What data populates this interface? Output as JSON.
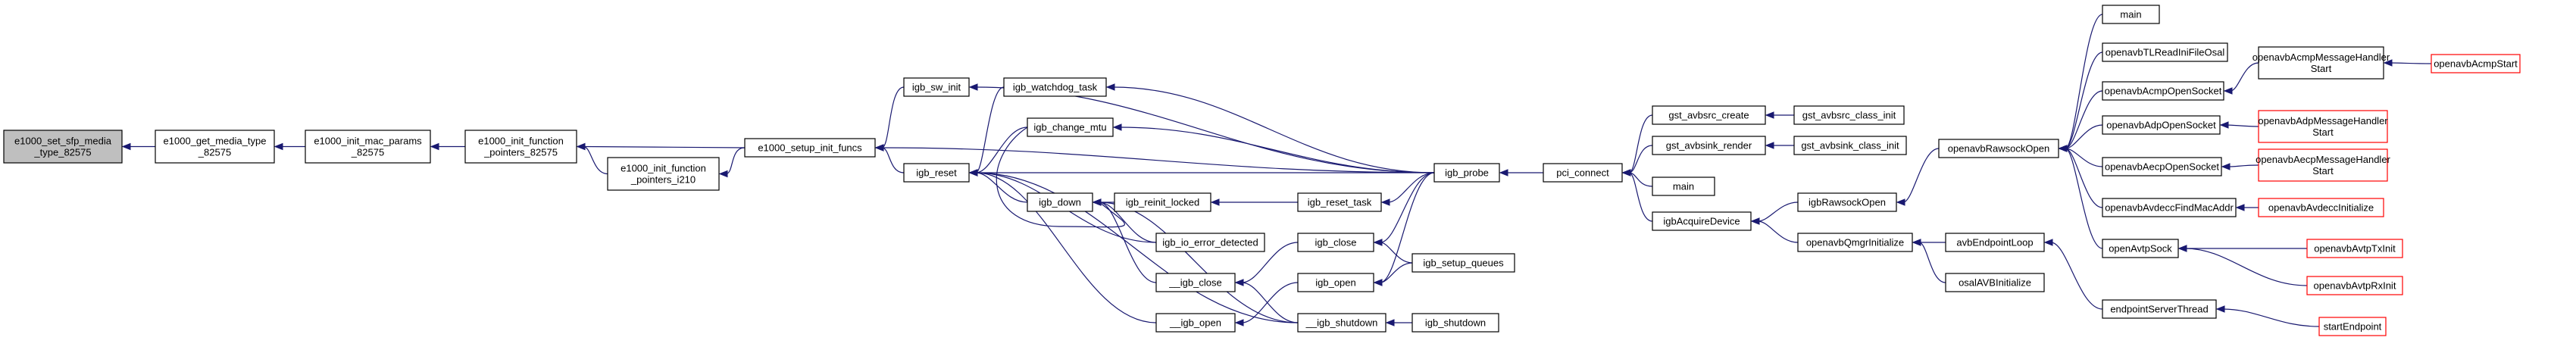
{
  "diagram": {
    "type": "call-graph",
    "colors": {
      "edge": "#191970",
      "node_border_default": "#000000",
      "node_border_truncated": "#ff0000",
      "node_fill_default": "#ffffff",
      "node_fill_root": "#bfbfbf"
    },
    "nodes": [
      {
        "id": "n_sfp",
        "lines": [
          "e1000_set_sfp_media",
          "_type_82575"
        ],
        "style": "root"
      },
      {
        "id": "n_getmedia",
        "lines": [
          "e1000_get_media_type",
          "_82575"
        ],
        "style": "default"
      },
      {
        "id": "n_initmac",
        "lines": [
          "e1000_init_mac_params",
          "_82575"
        ],
        "style": "default"
      },
      {
        "id": "n_initfp",
        "lines": [
          "e1000_init_function",
          "_pointers_82575"
        ],
        "style": "default"
      },
      {
        "id": "n_initfpi210",
        "lines": [
          "e1000_init_function",
          "_pointers_i210"
        ],
        "style": "default"
      },
      {
        "id": "n_setupfuncs",
        "lines": [
          "e1000_setup_init_funcs"
        ],
        "style": "default"
      },
      {
        "id": "n_reset",
        "lines": [
          "igb_reset"
        ],
        "style": "default"
      },
      {
        "id": "n_swinit",
        "lines": [
          "igb_sw_init"
        ],
        "style": "default"
      },
      {
        "id": "n_watchdog",
        "lines": [
          "igb_watchdog_task"
        ],
        "style": "default"
      },
      {
        "id": "n_changemtu",
        "lines": [
          "igb_change_mtu"
        ],
        "style": "default"
      },
      {
        "id": "n_down",
        "lines": [
          "igb_down"
        ],
        "style": "default"
      },
      {
        "id": "n_reinit",
        "lines": [
          "igb_reinit_locked"
        ],
        "style": "default"
      },
      {
        "id": "n_ioerr",
        "lines": [
          "igb_io_error_detected"
        ],
        "style": "default"
      },
      {
        "id": "n___close",
        "lines": [
          "__igb_close"
        ],
        "style": "default"
      },
      {
        "id": "n___open",
        "lines": [
          "__igb_open"
        ],
        "style": "default"
      },
      {
        "id": "n_resettask",
        "lines": [
          "igb_reset_task"
        ],
        "style": "default"
      },
      {
        "id": "n_close",
        "lines": [
          "igb_close"
        ],
        "style": "default"
      },
      {
        "id": "n_open",
        "lines": [
          "igb_open"
        ],
        "style": "default"
      },
      {
        "id": "n___shutdown",
        "lines": [
          "__igb_shutdown"
        ],
        "style": "default"
      },
      {
        "id": "n_setupq",
        "lines": [
          "igb_setup_queues"
        ],
        "style": "default"
      },
      {
        "id": "n_shutdown",
        "lines": [
          "igb_shutdown"
        ],
        "style": "default"
      },
      {
        "id": "n_probe",
        "lines": [
          "igb_probe"
        ],
        "style": "default"
      },
      {
        "id": "n_pciconnect",
        "lines": [
          "pci_connect"
        ],
        "style": "default"
      },
      {
        "id": "n_avbsrc",
        "lines": [
          "gst_avbsrc_create"
        ],
        "style": "default"
      },
      {
        "id": "n_avbsrcinit",
        "lines": [
          "gst_avbsrc_class_init"
        ],
        "style": "default"
      },
      {
        "id": "n_avbsink",
        "lines": [
          "gst_avbsink_render"
        ],
        "style": "default"
      },
      {
        "id": "n_avbsinkinit",
        "lines": [
          "gst_avbsink_class_init"
        ],
        "style": "default"
      },
      {
        "id": "n_main1",
        "lines": [
          "main"
        ],
        "style": "default"
      },
      {
        "id": "n_acquire",
        "lines": [
          "igbAcquireDevice"
        ],
        "style": "default"
      },
      {
        "id": "n_rawsockopen",
        "lines": [
          "igbRawsockOpen"
        ],
        "style": "default"
      },
      {
        "id": "n_qmgrinit",
        "lines": [
          "openavbQmgrInitialize"
        ],
        "style": "default"
      },
      {
        "id": "n_ovbrawsock",
        "lines": [
          "openavbRawsockOpen"
        ],
        "style": "default"
      },
      {
        "id": "n_endploop",
        "lines": [
          "avbEndpointLoop"
        ],
        "style": "default"
      },
      {
        "id": "n_osalinit",
        "lines": [
          "osalAVBInitialize"
        ],
        "style": "default"
      },
      {
        "id": "n_main2",
        "lines": [
          "main"
        ],
        "style": "default"
      },
      {
        "id": "n_tlread",
        "lines": [
          "openavbTLReadIniFileOsal"
        ],
        "style": "default"
      },
      {
        "id": "n_acmpsock",
        "lines": [
          "openavbAcmpOpenSocket"
        ],
        "style": "default"
      },
      {
        "id": "n_adpsock",
        "lines": [
          "openavbAdpOpenSocket"
        ],
        "style": "default"
      },
      {
        "id": "n_aecpsock",
        "lines": [
          "openavbAecpOpenSocket"
        ],
        "style": "default"
      },
      {
        "id": "n_findmac",
        "lines": [
          "openavbAvdeccFindMacAddr"
        ],
        "style": "default"
      },
      {
        "id": "n_avtpsock",
        "lines": [
          "openAvtpSock"
        ],
        "style": "default"
      },
      {
        "id": "n_srvthread",
        "lines": [
          "endpointServerThread"
        ],
        "style": "default"
      },
      {
        "id": "n_acmphandler",
        "lines": [
          "openavbAcmpMessageHandler",
          "Start"
        ],
        "style": "default"
      },
      {
        "id": "n_adphandler",
        "lines": [
          "openavbAdpMessageHandler",
          "Start"
        ],
        "style": "truncated"
      },
      {
        "id": "n_aecphandler",
        "lines": [
          "openavbAecpMessageHandler",
          "Start"
        ],
        "style": "truncated"
      },
      {
        "id": "n_avdeccinit",
        "lines": [
          "openavbAvdeccInitialize"
        ],
        "style": "truncated"
      },
      {
        "id": "n_txinit",
        "lines": [
          "openavbAvtpTxInit"
        ],
        "style": "truncated"
      },
      {
        "id": "n_rxinit",
        "lines": [
          "openavbAvtpRxInit"
        ],
        "style": "truncated"
      },
      {
        "id": "n_startendp",
        "lines": [
          "startEndpoint"
        ],
        "style": "truncated"
      },
      {
        "id": "n_acmpstart",
        "lines": [
          "openavbAcmpStart"
        ],
        "style": "truncated"
      }
    ],
    "edges": [
      {
        "from": "n_getmedia",
        "to": "n_sfp"
      },
      {
        "from": "n_initmac",
        "to": "n_getmedia"
      },
      {
        "from": "n_initfp",
        "to": "n_initmac"
      },
      {
        "from": "n_initfpi210",
        "to": "n_initfp"
      },
      {
        "from": "n_setupfuncs",
        "to": "n_initfp"
      },
      {
        "from": "n_setupfuncs",
        "to": "n_initfpi210"
      },
      {
        "from": "n_reset",
        "to": "n_setupfuncs"
      },
      {
        "from": "n_swinit",
        "to": "n_setupfuncs"
      },
      {
        "from": "n_probe",
        "to": "n_setupfuncs"
      },
      {
        "from": "n_watchdog",
        "to": "n_reset"
      },
      {
        "from": "n_changemtu",
        "to": "n_reset"
      },
      {
        "from": "n_down",
        "to": "n_reset"
      },
      {
        "from": "n_ioerr",
        "to": "n_reset"
      },
      {
        "from": "n___open",
        "to": "n_reset"
      },
      {
        "from": "n___shutdown",
        "to": "n_reset"
      },
      {
        "from": "n_probe",
        "to": "n_reset"
      },
      {
        "from": "n_reinit",
        "to": "n_down"
      },
      {
        "from": "n_changemtu",
        "to": "n_down"
      },
      {
        "from": "n_ioerr",
        "to": "n_down"
      },
      {
        "from": "n___close",
        "to": "n_down"
      },
      {
        "from": "n___shutdown",
        "to": "n_down"
      },
      {
        "from": "n_resettask",
        "to": "n_reinit"
      },
      {
        "from": "n_close",
        "to": "n___close"
      },
      {
        "from": "n_open",
        "to": "n___open"
      },
      {
        "from": "n___shutdown",
        "to": "n___close"
      },
      {
        "from": "n_shutdown",
        "to": "n___shutdown"
      },
      {
        "from": "n_setupq",
        "to": "n_open"
      },
      {
        "from": "n_setupq",
        "to": "n_close"
      },
      {
        "from": "n_probe",
        "to": "n_swinit"
      },
      {
        "from": "n_probe",
        "to": "n_watchdog"
      },
      {
        "from": "n_probe",
        "to": "n_changemtu"
      },
      {
        "from": "n_probe",
        "to": "n_resettask"
      },
      {
        "from": "n_probe",
        "to": "n_close"
      },
      {
        "from": "n_probe",
        "to": "n_open"
      },
      {
        "from": "n_pciconnect",
        "to": "n_probe"
      },
      {
        "from": "n_avbsrc",
        "to": "n_pciconnect"
      },
      {
        "from": "n_avbsink",
        "to": "n_pciconnect"
      },
      {
        "from": "n_main1",
        "to": "n_pciconnect"
      },
      {
        "from": "n_acquire",
        "to": "n_pciconnect"
      },
      {
        "from": "n_avbsrcinit",
        "to": "n_avbsrc"
      },
      {
        "from": "n_avbsinkinit",
        "to": "n_avbsink"
      },
      {
        "from": "n_rawsockopen",
        "to": "n_acquire"
      },
      {
        "from": "n_qmgrinit",
        "to": "n_acquire"
      },
      {
        "from": "n_ovbrawsock",
        "to": "n_rawsockopen"
      },
      {
        "from": "n_endploop",
        "to": "n_qmgrinit"
      },
      {
        "from": "n_osalinit",
        "to": "n_qmgrinit"
      },
      {
        "from": "n_srvthread",
        "to": "n_endploop"
      },
      {
        "from": "n_main2",
        "to": "n_ovbrawsock"
      },
      {
        "from": "n_tlread",
        "to": "n_ovbrawsock"
      },
      {
        "from": "n_acmpsock",
        "to": "n_ovbrawsock"
      },
      {
        "from": "n_adpsock",
        "to": "n_ovbrawsock"
      },
      {
        "from": "n_aecpsock",
        "to": "n_ovbrawsock"
      },
      {
        "from": "n_findmac",
        "to": "n_ovbrawsock"
      },
      {
        "from": "n_avtpsock",
        "to": "n_ovbrawsock"
      },
      {
        "from": "n_acmphandler",
        "to": "n_acmpsock"
      },
      {
        "from": "n_adphandler",
        "to": "n_adpsock"
      },
      {
        "from": "n_aecphandler",
        "to": "n_aecpsock"
      },
      {
        "from": "n_avdeccinit",
        "to": "n_findmac"
      },
      {
        "from": "n_txinit",
        "to": "n_avtpsock"
      },
      {
        "from": "n_rxinit",
        "to": "n_avtpsock"
      },
      {
        "from": "n_startendp",
        "to": "n_srvthread"
      },
      {
        "from": "n_acmpstart",
        "to": "n_acmphandler"
      }
    ]
  }
}
